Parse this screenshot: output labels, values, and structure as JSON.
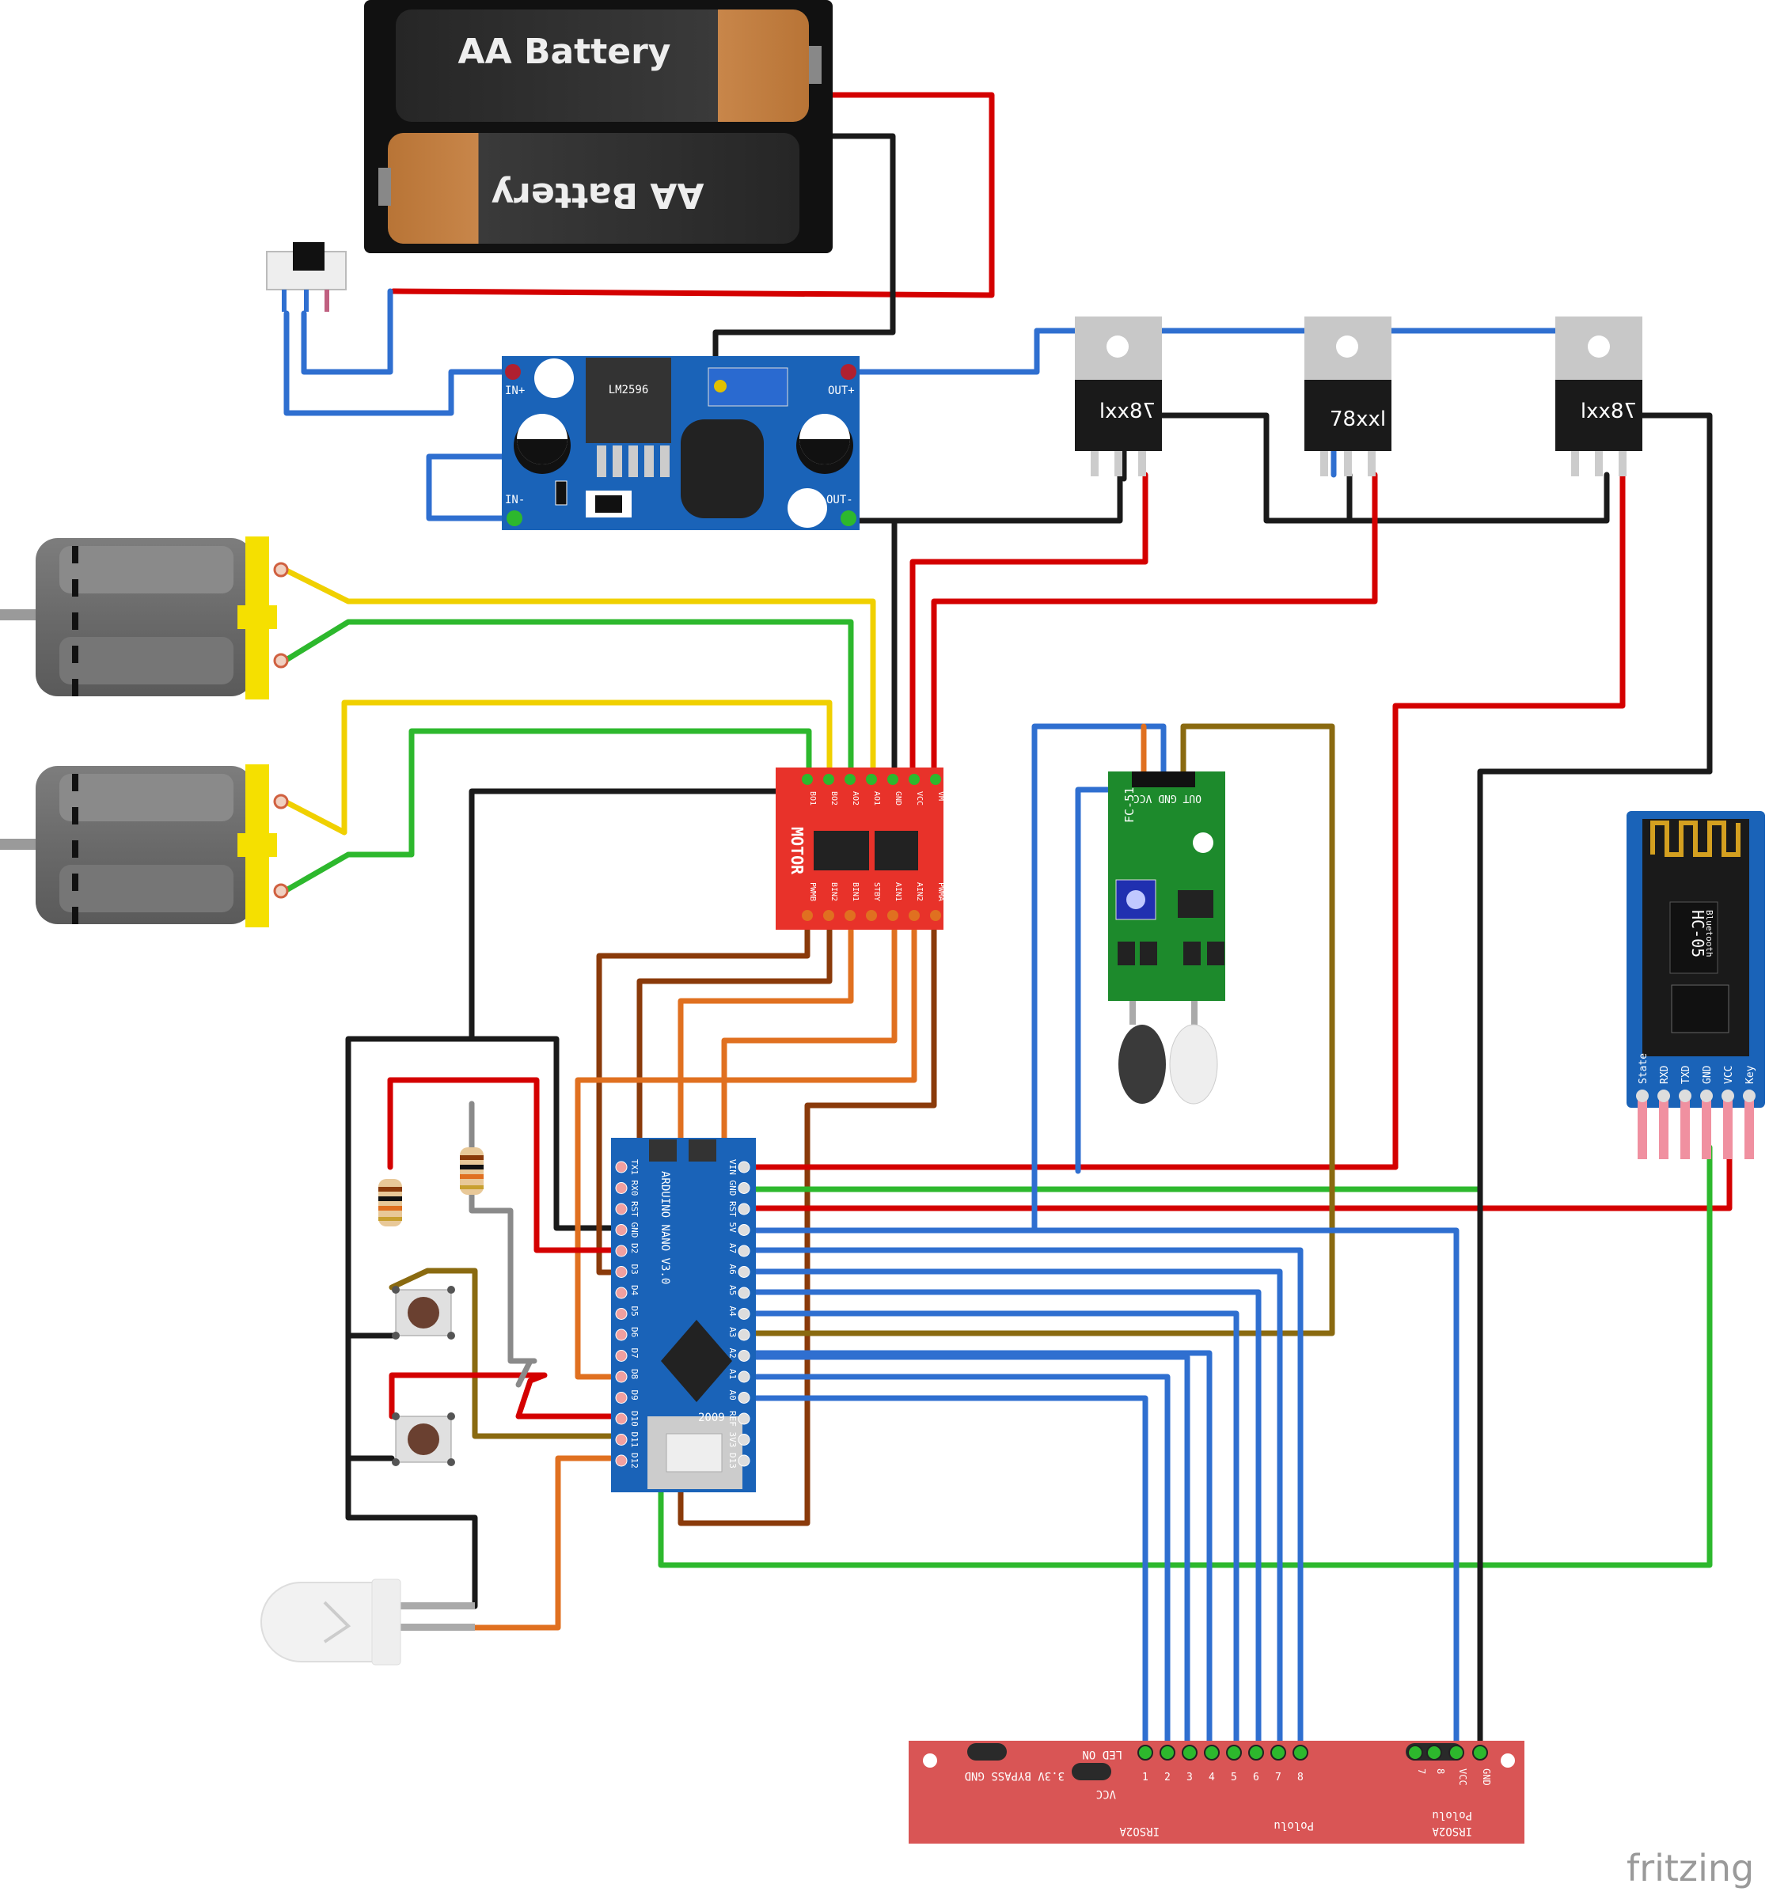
{
  "battery": {
    "label_top": "AA Battery",
    "label_bottom": "AA Battery"
  },
  "buck_converter": {
    "chip": "LM2596",
    "pin_in_plus": "IN+",
    "pin_in_minus": "IN-",
    "pin_out_plus": "OUT+",
    "pin_out_minus": "OUT-"
  },
  "regulators": [
    {
      "label": "78xxl"
    },
    {
      "label": "78xxl"
    },
    {
      "label": "78xxl"
    }
  ],
  "motor_driver": {
    "title": "MOTOR",
    "top_pins": [
      "BO1",
      "BO2",
      "AO2",
      "AO1",
      "GND",
      "VCC",
      "VM"
    ],
    "bottom_pins": [
      "PWMB",
      "BIN2",
      "BIN1",
      "STBY",
      "AIN1",
      "AIN2",
      "PWMA"
    ]
  },
  "ir_sensor": {
    "model": "FC-51",
    "pins": "OUT GND VCC"
  },
  "bluetooth": {
    "model": "HC-05",
    "sub": "Bluetooth",
    "pins": [
      "State",
      "RXD",
      "TXD",
      "GND",
      "VCC",
      "Key"
    ]
  },
  "arduino": {
    "title": "ARDUINO NANO V3.0",
    "year": "2009",
    "left_pins": [
      "TX1",
      "RX0",
      "RST",
      "GND",
      "D2",
      "D3",
      "D4",
      "D5",
      "D6",
      "D7",
      "D8",
      "D9",
      "D10",
      "D11",
      "D12"
    ],
    "right_pins": [
      "VIN",
      "GND",
      "RST",
      "5V",
      "A7",
      "A6",
      "A5",
      "A4",
      "A3",
      "A2",
      "A1",
      "A0",
      "REF",
      "3V3",
      "D13"
    ]
  },
  "qtr_array": {
    "top_text": "3.3V BYPASS GND",
    "led_on": "LED ON",
    "pins": [
      "1",
      "2",
      "3",
      "4",
      "5",
      "6",
      "7",
      "8"
    ],
    "extra": [
      "7",
      "8",
      "VCC",
      "GND"
    ],
    "bottom_text": [
      "IRSO2A",
      "Pololu",
      "IRSO2A",
      "Pololu"
    ],
    "vcc": "VCC"
  },
  "watermark": "fritzing",
  "colors": {
    "red": "#d40000",
    "black": "#1a1a1a",
    "blue": "#2f6fd0",
    "green": "#2db82d",
    "yellow": "#f0d000",
    "orange": "#e07020",
    "brown": "#8a3a0a",
    "olive": "#8a6a10",
    "grey": "#8a8a8a"
  }
}
